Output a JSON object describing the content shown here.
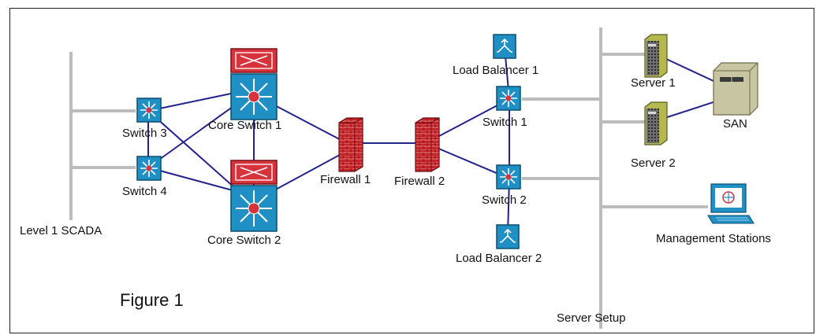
{
  "figure_label": "Figure 1",
  "bus_labels": {
    "scada": "Level 1 SCADA",
    "server_setup": "Server Setup"
  },
  "devices": {
    "switch_3": "Switch 3",
    "switch_4": "Switch 4",
    "core_switch_1": "Core Switch 1",
    "core_switch_2": "Core Switch 2",
    "firewall_1": "Firewall 1",
    "firewall_2": "Firewall 2",
    "load_balancer_1": "Load Balancer 1",
    "load_balancer_2": "Load Balancer 2",
    "switch_1": "Switch 1",
    "switch_2": "Switch 2",
    "server_1": "Server 1",
    "server_2": "Server 2",
    "san": "SAN",
    "management_stations": "Management Stations"
  },
  "colors": {
    "link": "#23238e",
    "bus": "#bcbcbc",
    "switch_blue": "#1f8fc4",
    "router_red": "#d7333d",
    "firewall_red": "#c5242a",
    "server_olive": "#b5b850",
    "san_beige": "#c8c6a2"
  }
}
